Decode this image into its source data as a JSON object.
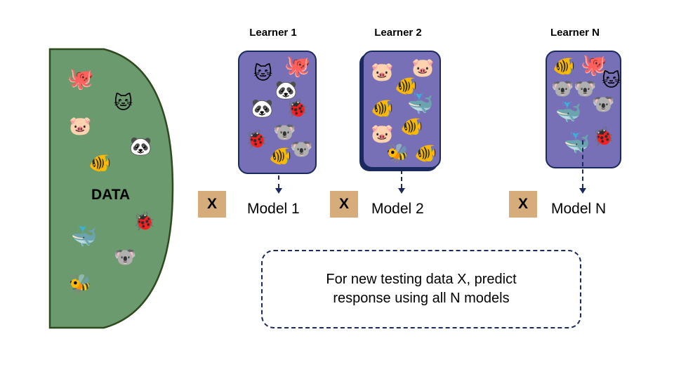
{
  "data_panel": {
    "label": "DATA",
    "animals": [
      {
        "name": "octopus",
        "glyph": "🐙"
      },
      {
        "name": "cat",
        "glyph": "🐱"
      },
      {
        "name": "pig",
        "glyph": "🐷"
      },
      {
        "name": "panda",
        "glyph": "🐼"
      },
      {
        "name": "fish",
        "glyph": "🐠"
      },
      {
        "name": "ladybug",
        "glyph": "🐞"
      },
      {
        "name": "whale",
        "glyph": "🐳"
      },
      {
        "name": "koala",
        "glyph": "🐨"
      },
      {
        "name": "bee",
        "glyph": "🐝"
      }
    ]
  },
  "learners": [
    {
      "title": "Learner 1",
      "model": "Model 1",
      "x_label": "X",
      "animals": [
        "🐱",
        "🐙",
        "🐼",
        "🐼",
        "🐞",
        "🐞",
        "🐨",
        "🐨",
        "🐠"
      ]
    },
    {
      "title": "Learner 2",
      "model": "Model 2",
      "x_label": "X",
      "animals": [
        "🐷",
        "🐷",
        "🐠",
        "🐠",
        "🐳",
        "🐷",
        "🐠",
        "🐝",
        "🐠"
      ]
    },
    {
      "title": "Learner N",
      "model": "Model N",
      "x_label": "X",
      "animals": [
        "🐠",
        "🐙",
        "🐨",
        "🐨",
        "🐱",
        "🐳",
        "🐨",
        "🐳",
        "🐞"
      ]
    }
  ],
  "note": {
    "line1": "For new testing data X, predict",
    "line2": "response using all N models"
  },
  "colors": {
    "data_fill": "#6a9a6e",
    "data_stroke": "#2f4a1f",
    "learner_fill": "#7870b6",
    "learner_stroke": "#1b2a5e",
    "x_box": "#d6ad7a"
  }
}
